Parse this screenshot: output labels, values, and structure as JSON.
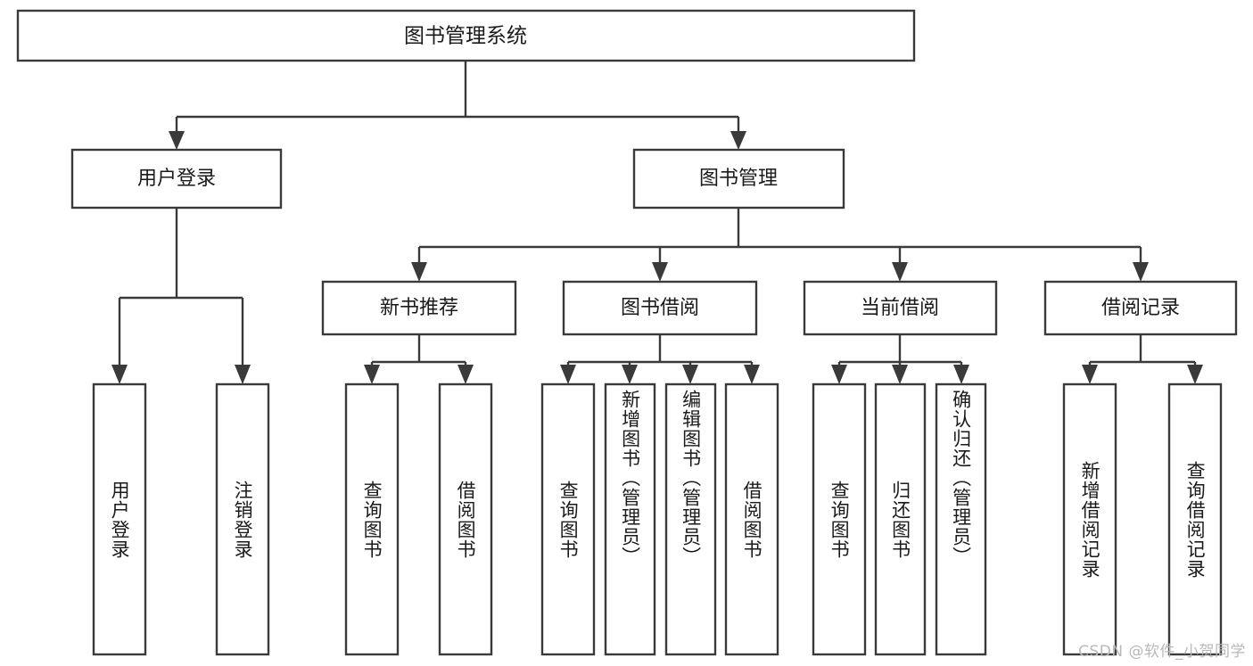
{
  "diagram": {
    "type": "hierarchy-tree",
    "title": "图书管理系统",
    "root": {
      "label": "图书管理系统"
    },
    "level2": [
      {
        "id": "user-login",
        "label": "用户登录"
      },
      {
        "id": "book-manage",
        "label": "图书管理"
      }
    ],
    "level3": [
      {
        "id": "new-book-recommend",
        "label": "新书推荐",
        "parent": "book-manage"
      },
      {
        "id": "book-borrow",
        "label": "图书借阅",
        "parent": "book-manage"
      },
      {
        "id": "current-borrow",
        "label": "当前借阅",
        "parent": "book-manage"
      },
      {
        "id": "borrow-record",
        "label": "借阅记录",
        "parent": "book-manage"
      }
    ],
    "leaves": [
      {
        "id": "leaf-user-login",
        "label": "用户登录",
        "parent": "user-login"
      },
      {
        "id": "leaf-user-logout",
        "label": "注销登录",
        "parent": "user-login"
      },
      {
        "id": "leaf-query-book-rec",
        "label": "查询图书",
        "parent": "new-book-recommend"
      },
      {
        "id": "leaf-borrow-book-rec",
        "label": "借阅图书",
        "parent": "new-book-recommend"
      },
      {
        "id": "leaf-query-book-borrow",
        "label": "查询图书",
        "parent": "book-borrow"
      },
      {
        "id": "leaf-add-book-admin",
        "label": "新增图书（管理员）",
        "parent": "book-borrow"
      },
      {
        "id": "leaf-edit-book-admin",
        "label": "编辑图书（管理员）",
        "parent": "book-borrow"
      },
      {
        "id": "leaf-borrow-book",
        "label": "借阅图书",
        "parent": "book-borrow"
      },
      {
        "id": "leaf-query-book-current",
        "label": "查询图书",
        "parent": "current-borrow"
      },
      {
        "id": "leaf-return-book",
        "label": "归还图书",
        "parent": "current-borrow"
      },
      {
        "id": "leaf-confirm-return-admin",
        "label": "确认归还（管理员）",
        "parent": "current-borrow"
      },
      {
        "id": "leaf-add-borrow-record",
        "label": "新增借阅记录",
        "parent": "borrow-record"
      },
      {
        "id": "leaf-query-borrow-record",
        "label": "查询借阅记录",
        "parent": "borrow-record"
      }
    ]
  },
  "watermark": {
    "text": "CSDN @软件_小贺同学"
  },
  "colors": {
    "stroke": "#3a3a3a",
    "box_fill": "#ffffff",
    "text": "#1a1a1a",
    "watermark": "#b9b9b9",
    "background": "#ffffff"
  }
}
